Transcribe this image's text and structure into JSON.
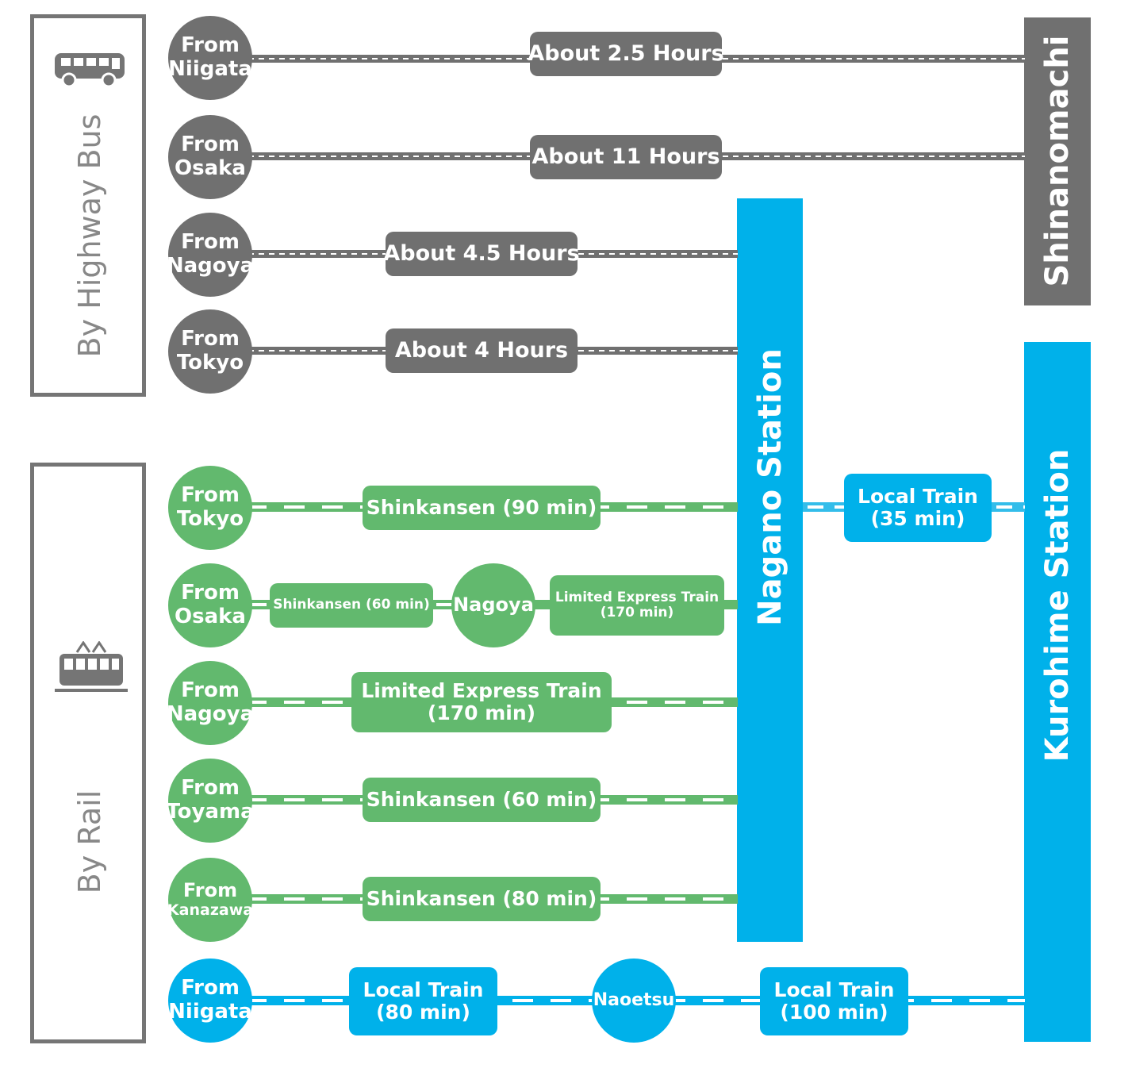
{
  "sections": {
    "bus": {
      "label": "By Highway Bus",
      "icon": "bus-icon"
    },
    "rail": {
      "label": "By Rail",
      "icon": "train-icon"
    }
  },
  "stations": {
    "shinanomachi": "Shinanomachi",
    "nagano": "Nagano Station",
    "kurohime": "Kurohime Station"
  },
  "bus_routes": [
    {
      "from1": "From",
      "from2": "Niigata",
      "duration": "About 2.5 Hours"
    },
    {
      "from1": "From",
      "from2": "Osaka",
      "duration": "About 11 Hours"
    },
    {
      "from1": "From",
      "from2": "Nagoya",
      "duration": "About 4.5 Hours"
    },
    {
      "from1": "From",
      "from2": "Tokyo",
      "duration": "About 4 Hours"
    }
  ],
  "rail_routes": {
    "tokyo": {
      "from1": "From",
      "from2": "Tokyo",
      "leg": "Shinkansen (90 min)"
    },
    "osaka": {
      "from1": "From",
      "from2": "Osaka",
      "leg1": "Shinkansen (60 min)",
      "via": "Nagoya",
      "leg2_line1": "Limited Express Train",
      "leg2_line2": "(170 min)"
    },
    "nagoya": {
      "from1": "From",
      "from2": "Nagoya",
      "leg_line1": "Limited Express Train",
      "leg_line2": "(170 min)"
    },
    "toyama": {
      "from1": "From",
      "from2": "Toyama",
      "leg": "Shinkansen (60 min)"
    },
    "kanazawa": {
      "from1": "From",
      "from2": "Kanazawa",
      "leg": "Shinkansen (80 min)"
    },
    "niigata": {
      "from1": "From",
      "from2": "Niigata",
      "leg1_line1": "Local Train",
      "leg1_line2": "(80 min)",
      "via": "Naoetsu",
      "leg2_line1": "Local Train",
      "leg2_line2": "(100 min)"
    }
  },
  "connector": {
    "line1": "Local Train",
    "line2": "(35 min)"
  },
  "colors": {
    "bus": "#707070",
    "rail_green": "#62b96e",
    "rail_blue": "#00b1ea",
    "frame": "#757575"
  }
}
